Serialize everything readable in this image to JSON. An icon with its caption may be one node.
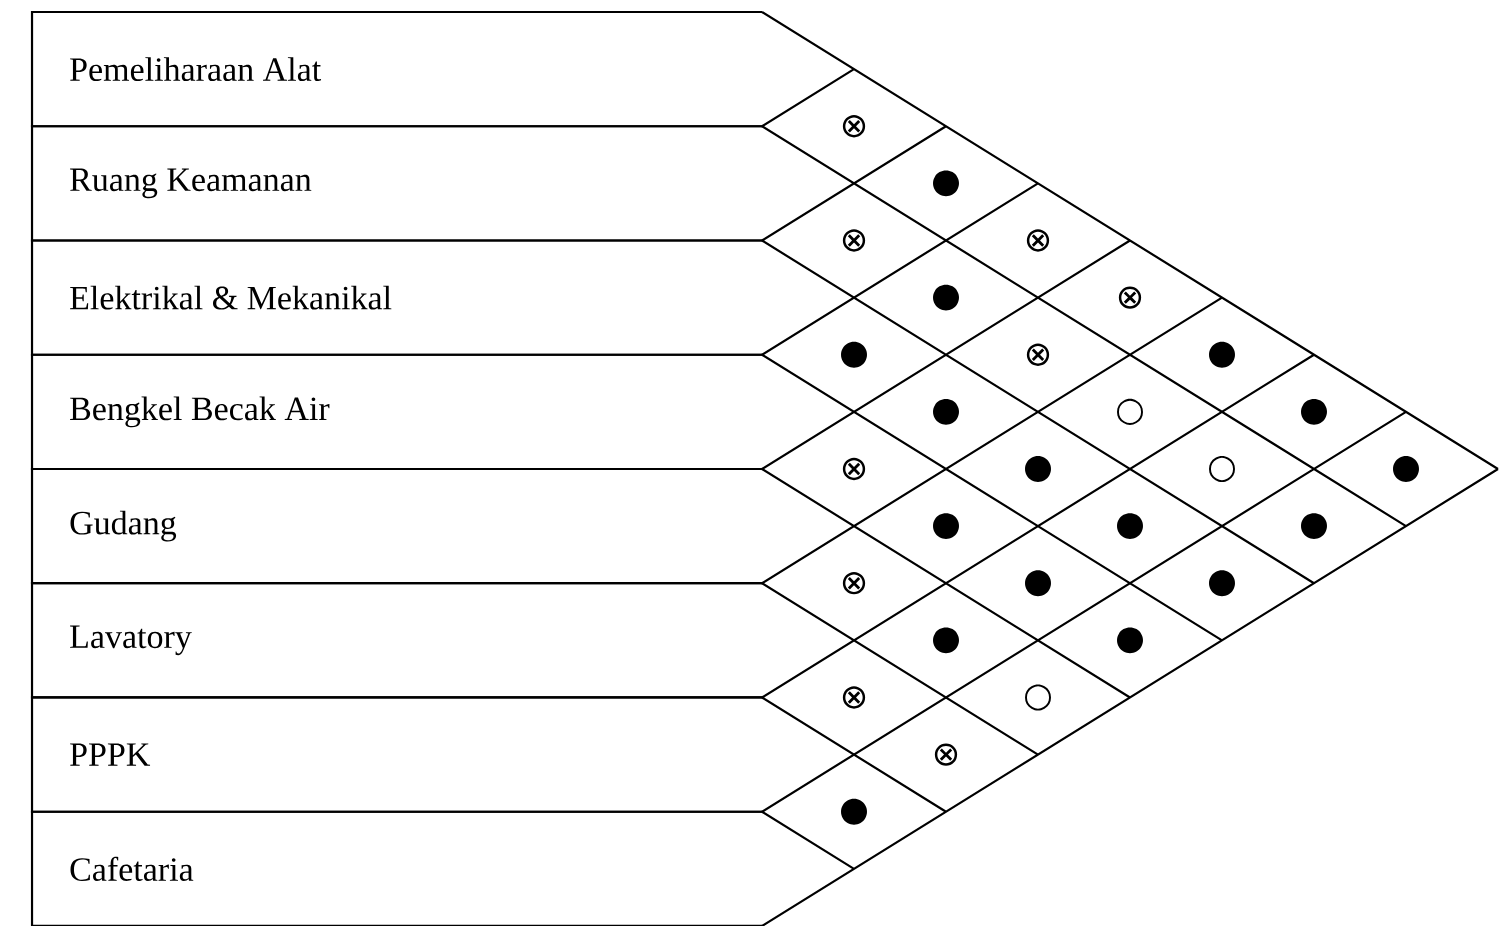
{
  "diagram": {
    "nodes": [
      {
        "text": [
          "Pemeliharaan Alat"
        ]
      },
      {
        "text": [
          "Ruang Keamanan"
        ]
      },
      {
        "text": [
          "Elektrikal & Mekanikal"
        ]
      },
      {
        "text": [
          "Bengkel Becak Air"
        ]
      },
      {
        "text": [
          "Gudang"
        ]
      },
      {
        "text": [
          "Lavatory"
        ]
      },
      {
        "text": [
          "PPPK"
        ]
      },
      {
        "text": [
          "Cafetaria"
        ]
      }
    ],
    "labels": [
      "⊗",
      "●",
      "⊗",
      "⊗",
      "●",
      "⊗",
      "●",
      "⊗",
      "●",
      "●",
      "○",
      "●",
      "⊗",
      "●",
      "○",
      "●",
      "●",
      "●",
      "●",
      "⊗",
      "●",
      "●",
      "●",
      "●",
      "⊗",
      "○",
      "⊗",
      "●"
    ]
  }
}
